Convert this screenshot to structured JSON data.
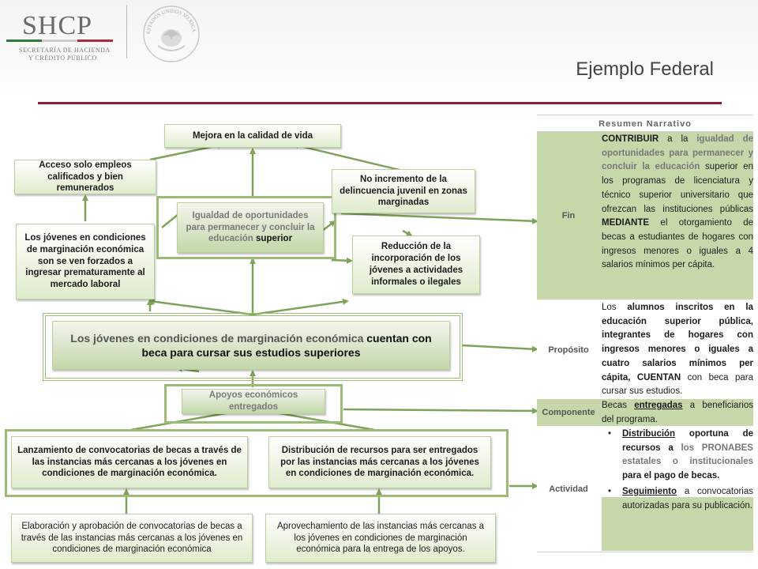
{
  "header": {
    "logo_text": "SHCP",
    "logo_subtitle_1": "SECRETARÍA DE HACIENDA",
    "logo_subtitle_2": "Y CRÉDITO PÚBLICO",
    "seal_text": "ESTADOS UNIDOS MEXICANOS",
    "title": "Ejemplo Federal",
    "accent_color": "#8c1f3a"
  },
  "colors": {
    "box_green": "#dfeccd",
    "frame_green": "#9dbb78",
    "table_green": "#c6d8aa"
  },
  "tree": {
    "fin_goal": "Mejora en la calidad de vida",
    "fin_left_top": "Acceso solo empleos calificados y bien remunerados",
    "fin_left_bottom": "Los jóvenes en condiciones de marginación económica son se ven forzados a ingresar prematuramente al mercado laboral",
    "fin_center_pre": "Igualdad de oportunidades para permanecer y concluir la educación",
    "fin_center_post": "superior",
    "fin_right_top": "No incremento de la delincuencia juvenil en zonas marginadas",
    "fin_right_bottom": "Reducción de la incorporación de los jóvenes a actividades informales o ilegales",
    "proposito_pre": "Los jóvenes en condiciones de marginación económica",
    "proposito_post": "cuentan con beca para cursar sus estudios superiores",
    "componente": "Apoyos económicos entregados",
    "actividad_1": "Lanzamiento de convocatorias de becas a través de las instancias más cercanas a los jóvenes en condiciones de marginación económica.",
    "actividad_2": "Distribución de recursos para ser entregados por las instancias más cercanas a los jóvenes en condiciones de marginación económica.",
    "insumo_1": "Elaboración y aprobación de convocatorias de becas a través de las instancias más cercanas a los jóvenes en condiciones de marginación económica",
    "insumo_2": "Aprovechamiento de las instancias más cercanas a los jóvenes en condiciones de marginación económica para la entrega de los apoyos."
  },
  "table": {
    "header": "Resumen Narrativo",
    "labels": {
      "fin": "Fin",
      "proposito": "Propósito",
      "componente": "Componente",
      "actividad": "Actividad"
    },
    "fin": {
      "p1": "CONTRIBUIR",
      "p2": " a la ",
      "p3": "igualdad de oportunidades para permanecer y concluir la educación",
      "p4": " superior en los programas de licenciatura y técnico superior universitario que ofrezcan las instituciones públicas ",
      "p5": "MEDIANTE",
      "p6": " el otorgamiento de becas a estudiantes de hogares con ingresos menores o iguales a 4 salarios mínimos per cápita."
    },
    "proposito": {
      "p1": "Los ",
      "p2": "alumnos inscritos en la educación superior pública, integrantes de hogares con ingresos menores o iguales a cuatro salarios mínimos per cápita,",
      "p3": " ",
      "p4": "CUENTAN",
      "p5": " con beca para cursar sus estudios."
    },
    "componente": {
      "p1": "Becas ",
      "p2": "entregadas",
      "p3": " a beneficiarios del programa."
    },
    "actividad": {
      "b1_p1": "Distribución",
      "b1_p2": " oportuna de recursos a ",
      "b1_p3": "los PRONABES estatales o institucionales",
      "b1_p4": " para el pago de becas.",
      "b2_p1": "Seguimiento",
      "b2_p2": " a convocatorias autorizadas para su publicación."
    }
  }
}
